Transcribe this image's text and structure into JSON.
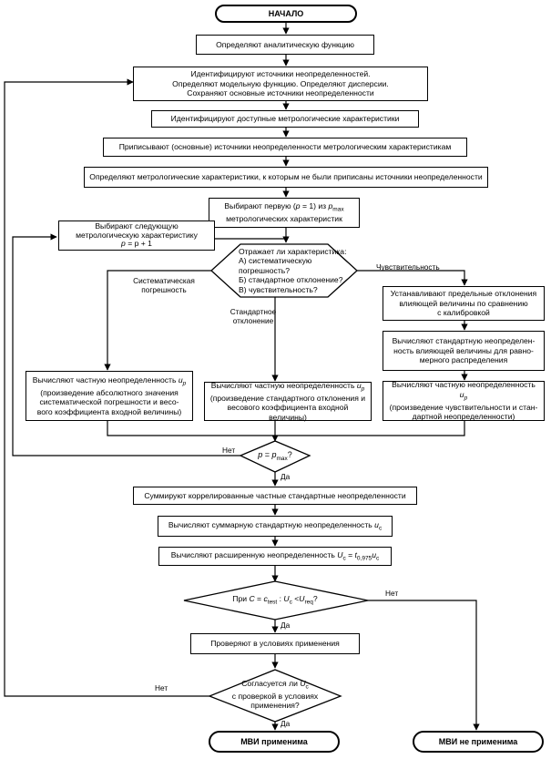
{
  "flowchart": {
    "start": "НАЧАЛО",
    "step_define_function": "Определяют аналитическую функцию",
    "step_identify_sources": {
      "line1": "Идентифицируют источники неопределенностей.",
      "line2": "Определяют модельную функцию. Определяют дисперсии.",
      "line3": "Сохраняют основные источники неопределенности"
    },
    "step_identify_metrology": "Идентифицируют доступные метрологические характеристики",
    "step_assign_sources": "Приписывают (основные) источники неопределенности метрологическим характеристикам",
    "step_define_unassigned": "Определяют метрологические характеристики, к которым не были приписаны источники неопределенности",
    "step_choose_first": {
      "line1_a": "Выбирают первую (",
      "line1_var": "p",
      "line1_b": " = 1) из ",
      "line1_var2": "p",
      "line1_sub": "max",
      "line2": "метрологических характеристик"
    },
    "step_choose_next": {
      "line1": "Выбирают следующую",
      "line2": "метрологическую характеристику",
      "line3_var": "p",
      "line3_rest": " = p + 1"
    },
    "decision_characteristic": {
      "line1": "Отражает ли характеристика:",
      "line2": "А) систематическую погрешность?",
      "line3": "Б) стандартное отклонение?",
      "line4": "В) чувствительность?"
    },
    "branch_systematic": {
      "line1": "Систематическая",
      "line2": "погрешность"
    },
    "branch_std": {
      "line1": "Стандартное",
      "line2": "отклонение"
    },
    "branch_sensitivity": "Чувствительность",
    "step_limits": {
      "line1": "Устанавливают предельные отклонения",
      "line2": "влияющей величины по сравнению",
      "line3": "с калибровкой"
    },
    "step_std_uniform": {
      "line1": "Вычисляют стандартную неопределен-",
      "line2": "ность влияющей величины для равно-",
      "line3": "мерного распределения"
    },
    "calc_partial_systematic": {
      "line1": "Вычисляют частную неопределенность ",
      "var": "u",
      "sub": "p",
      "line2": "(произведение абсолютного значения",
      "line3": "систематической погрешности и весо-",
      "line4": "вого коэффициента входной величины)"
    },
    "calc_partial_std": {
      "line1": "Вычисляют частную неопределенность ",
      "var": "u",
      "sub": "p",
      "line2": "(произведение стандартного отклонения и",
      "line3": "весового коэффициента входной величины)"
    },
    "calc_partial_sensitivity": {
      "line1": "Вычисляют частную неопределенность ",
      "var": "u",
      "sub": "p",
      "line2": "(произведение чувствительности и стан-",
      "line3": "дартной неопределенности)"
    },
    "decision_pmax": {
      "var_p": "p",
      "eq": " = ",
      "var_p2": "p",
      "sub": "max",
      "q": "?"
    },
    "label_no_pmax": "Нет",
    "label_yes_pmax": "Да",
    "step_sum": "Суммируют коррелированные частные стандартные неопределенности",
    "step_total": {
      "text": "Вычисляют суммарную стандартную неопределенность ",
      "var": "u",
      "sub": "c"
    },
    "step_expanded": {
      "text": "Вычисляют расширенную неопределенность ",
      "var": "U",
      "sub": "c",
      "eq": " = ",
      "var2": "t",
      "sub2": "0,975",
      "var3": "u",
      "sub3": "c"
    },
    "decision_test": {
      "a": "При ",
      "var_c": "C",
      "eq": " = ",
      "var_c2": "c",
      "sub_test": "test",
      "colon": " : ",
      "var_u": "U",
      "sub_c": "c",
      "lt": " <",
      "var_u2": "U",
      "sub_req": "req",
      "q": "?"
    },
    "label_no_test": "Нет",
    "label_yes_test": "Да",
    "step_verify": "Проверяют в условиях применения",
    "decision_final": {
      "line1_a": "Согласуется ли ",
      "line1_var": "U",
      "line1_sub": "c",
      "line2": "с проверкой в условиях",
      "line3": "применения?"
    },
    "label_no_final": "Нет",
    "label_yes_final": "Да",
    "end_applicable": "МВИ применима",
    "end_not_applicable": "МВИ не применима"
  }
}
